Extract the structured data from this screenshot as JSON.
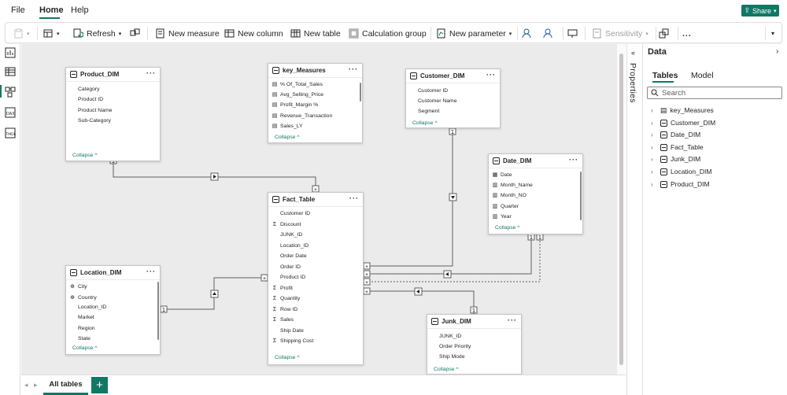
{
  "menubar": {
    "file": "File",
    "home": "Home",
    "help": "Help",
    "share": "Share"
  },
  "ribbon": {
    "refresh": "Refresh",
    "new_measure": "New measure",
    "new_column": "New column",
    "new_table": "New table",
    "calculation_group": "Calculation group",
    "new_parameter": "New parameter",
    "sensitivity": "Sensitivity",
    "more": "..."
  },
  "canvas": {
    "tables": {
      "product_dim": {
        "title": "Product_DIM",
        "fields": [
          "Category",
          "Product ID",
          "Product Name",
          "Sub-Category"
        ],
        "collapse": "Collapse"
      },
      "key_measures": {
        "title": "key_Measures",
        "fields": [
          "% Of_Total_Sales",
          "Avg_Selling_Price",
          "Profit_Margin %",
          "Revenue_Transaction",
          "Sales_LY"
        ],
        "collapse": "Collapse"
      },
      "customer_dim": {
        "title": "Customer_DIM",
        "fields": [
          "Customer ID",
          "Customer Name",
          "Segment"
        ],
        "collapse": "Collapse"
      },
      "date_dim": {
        "title": "Date_DIM",
        "fields": [
          "Date",
          "Month_Name",
          "Month_NO",
          "Quarter",
          "Year"
        ],
        "collapse": "Collapse"
      },
      "fact_table": {
        "title": "Fact_Table",
        "fields": [
          "Customer ID",
          "Discount",
          "JUNK_ID",
          "Location_ID",
          "Order Date",
          "Order ID",
          "Product ID",
          "Profit",
          "Quantity",
          "Row ID",
          "Sales",
          "Ship Date",
          "Shipping Cost"
        ],
        "collapse": "Collapse"
      },
      "location_dim": {
        "title": "Location_DIM",
        "fields": [
          "City",
          "Country",
          "Location_ID",
          "Market",
          "Region",
          "State"
        ],
        "collapse": "Collapse"
      },
      "junk_dim": {
        "title": "Junk_DIM",
        "fields": [
          "JUNK_ID",
          "Order Priority",
          "Ship Mode"
        ],
        "collapse": "Collapse"
      }
    },
    "cardinality": {
      "one": "1",
      "many": "*"
    }
  },
  "bottom": {
    "tab_all": "All tables",
    "add": "+"
  },
  "properties": {
    "label": "Properties"
  },
  "data_pane": {
    "title": "Data",
    "tab_tables": "Tables",
    "tab_model": "Model",
    "search_placeholder": "Search",
    "items": [
      "key_Measures",
      "Customer_DIM",
      "Date_DIM",
      "Fact_Table",
      "Junk_DIM",
      "Location_DIM",
      "Product_DIM"
    ]
  },
  "colors": {
    "accent": "#117865",
    "canvas": "#ebebeb",
    "line": "#605e5c"
  }
}
